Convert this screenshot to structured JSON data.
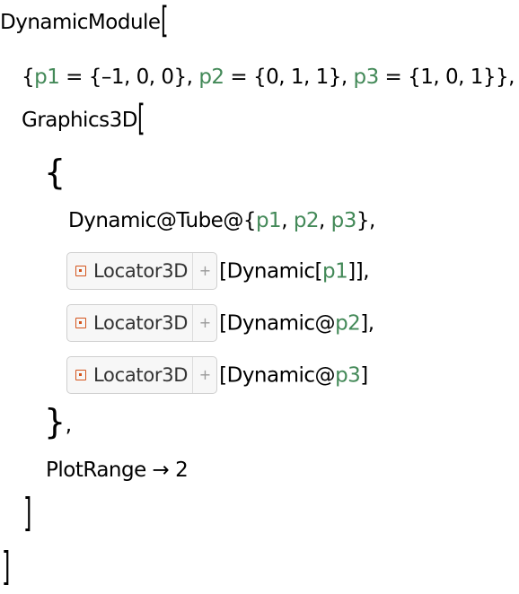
{
  "code": {
    "line1": {
      "head": "DynamicModule",
      "open": "["
    },
    "line2": {
      "open_brace": "{",
      "p1": "p1",
      "p1_val": " = {–1, 0, 0}, ",
      "p2": "p2",
      "p2_val": " = {0, 1, 1}, ",
      "p3": "p3",
      "p3_val": " = {1, 0, 1}},"
    },
    "line3": {
      "head": "Graphics3D",
      "open": "["
    },
    "line4": {
      "brace": "{"
    },
    "line5": {
      "prefix": "Dynamic@Tube@{",
      "p1": "p1",
      "sep1": ", ",
      "p2": "p2",
      "sep2": ", ",
      "p3": "p3",
      "suffix": "},"
    },
    "locators": [
      {
        "chip_label": "Locator3D",
        "chip_plus": "+",
        "pre": "[Dynamic[",
        "var": "p1",
        "post": "]],"
      },
      {
        "chip_label": "Locator3D",
        "chip_plus": "+",
        "pre": "[Dynamic@",
        "var": "p2",
        "post": "],"
      },
      {
        "chip_label": "Locator3D",
        "chip_plus": "+",
        "pre": "[Dynamic@",
        "var": "p3",
        "post": "]"
      }
    ],
    "line9": {
      "brace": "}",
      "comma": ","
    },
    "line10": {
      "option": "PlotRange",
      "arrow": " → ",
      "value": "2"
    },
    "close_inner": "]",
    "close_outer": "]"
  },
  "colors": {
    "variable": "#438958",
    "chip_icon": "#d4541c"
  }
}
